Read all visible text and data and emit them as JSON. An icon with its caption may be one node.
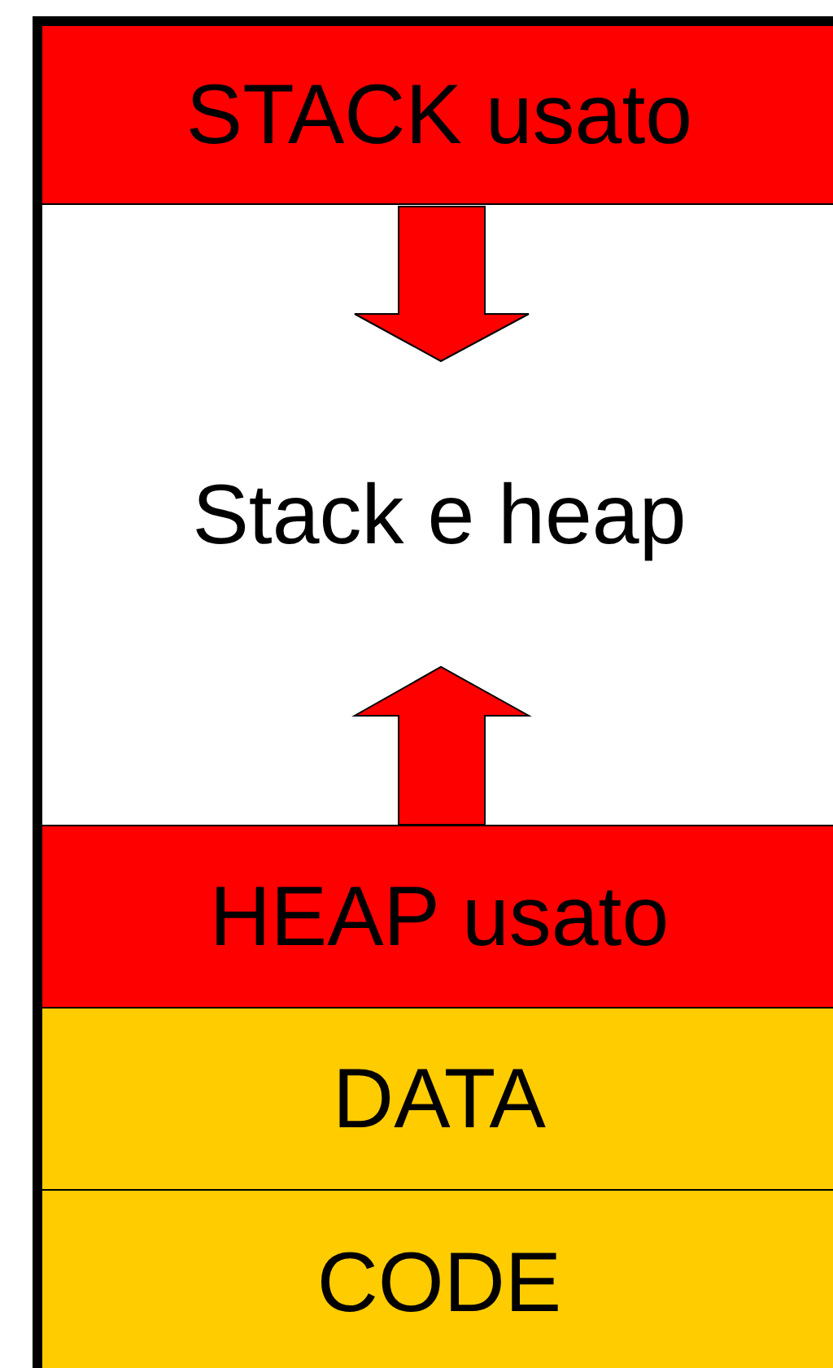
{
  "diagram": {
    "nodes": [
      {
        "text": [
          "STACK usato"
        ]
      },
      {
        "text": [
          "Stack e heap"
        ]
      },
      {
        "text": [
          "HEAP usato"
        ]
      },
      {
        "text": [
          "DATA"
        ]
      },
      {
        "text": [
          "CODE"
        ]
      }
    ]
  }
}
